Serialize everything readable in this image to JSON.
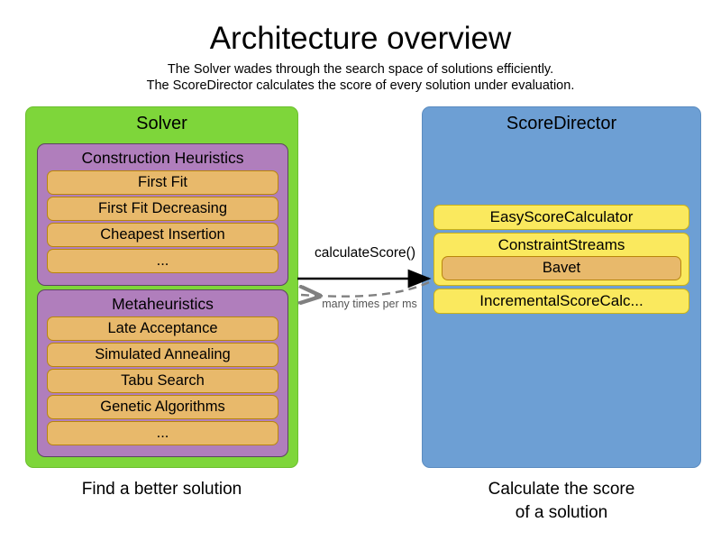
{
  "header": {
    "title": "Architecture overview",
    "subtitle_1": "The Solver wades through the search space of solutions efficiently.",
    "subtitle_2": "The ScoreDirector calculates the score of every solution under evaluation."
  },
  "solver": {
    "title": "Solver",
    "caption": "Find a better solution",
    "color": "#7ed63a",
    "groups": [
      {
        "title": "Construction Heuristics",
        "color": "#b07ebc",
        "items": [
          "First Fit",
          "First Fit Decreasing",
          "Cheapest Insertion",
          "..."
        ]
      },
      {
        "title": "Metaheuristics",
        "color": "#b07ebc",
        "items": [
          "Late Acceptance",
          "Simulated Annealing",
          "Tabu Search",
          "Genetic Algorithms",
          "..."
        ]
      }
    ]
  },
  "scoredirector": {
    "title": "ScoreDirector",
    "caption_line_1": "Calculate the score",
    "caption_line_2": "of a solution",
    "color": "#6d9fd4",
    "items": [
      {
        "label": "EasyScoreCalculator"
      },
      {
        "label": "ConstraintStreams",
        "children": [
          "Bavet"
        ]
      },
      {
        "label": "IncrementalScoreCalc..."
      }
    ]
  },
  "connections": {
    "forward_label": "calculateScore()",
    "return_label": "many times per ms",
    "forward_color": "#000000",
    "return_color": "#808080"
  }
}
